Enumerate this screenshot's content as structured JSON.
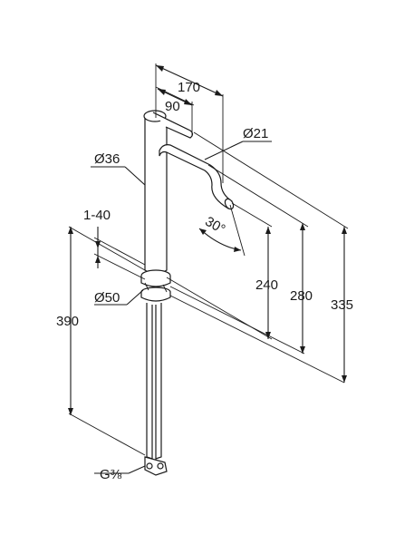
{
  "drawing": {
    "dimensions": {
      "width_total": "170",
      "lever_offset": "90",
      "spout_diameter": "Ø21",
      "body_diameter": "Ø36",
      "spout_angle": "30°",
      "deck_range": "1-40",
      "spout_height": "240",
      "spout_outlet_height": "280",
      "total_height": "335",
      "below_deck_length": "390",
      "base_diameter": "Ø50",
      "connection_thread": "G⅜"
    }
  }
}
